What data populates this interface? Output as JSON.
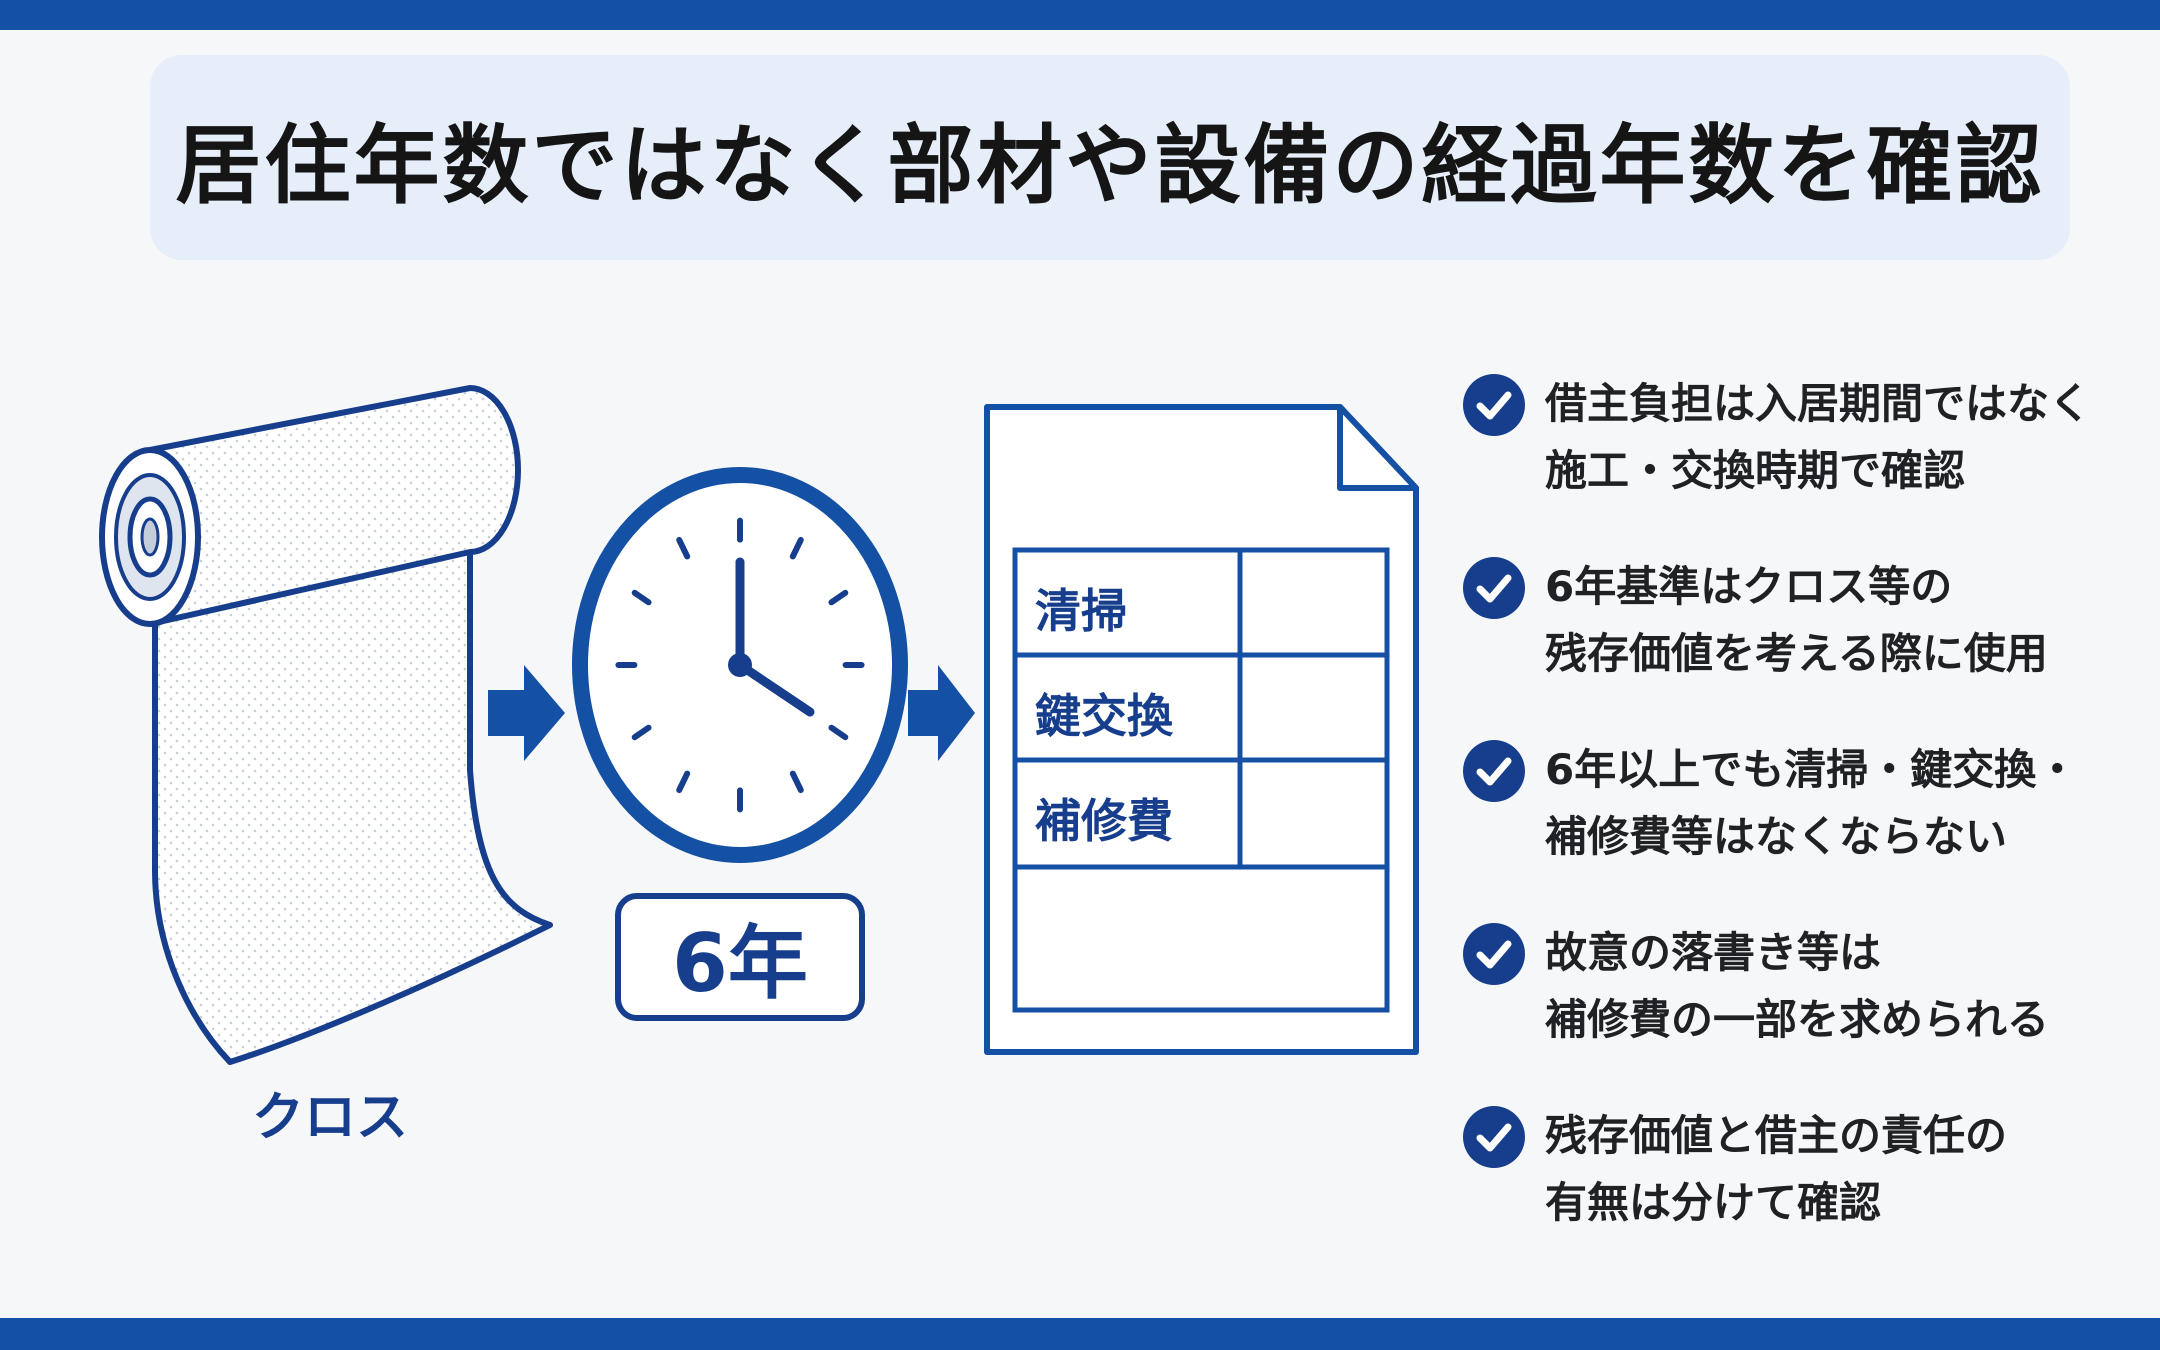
{
  "title": "居住年数ではなく部材や設備の経過年数を確認",
  "illustration": {
    "roll_label": "クロス",
    "year_label": "6年",
    "document_rows": [
      "清掃",
      "鍵交換",
      "補修費"
    ]
  },
  "checklist": [
    {
      "line1": "借主負担は入居期間ではなく",
      "line2": "施工・交換時期で確認"
    },
    {
      "line1": "6年基準はクロス等の",
      "line2": "残存価値を考える際に使用"
    },
    {
      "line1": "6年以上でも清掃・鍵交換・",
      "line2": "補修費等はなくならない"
    },
    {
      "line1": "故意の落書き等は",
      "line2": "補修費の一部を求められる"
    },
    {
      "line1": "残存価値と借主の責任の",
      "line2": "有無は分けて確認"
    }
  ],
  "colors": {
    "brand_blue": "#1450a4",
    "navy": "#173e8c",
    "title_bg": "#e6eef9"
  }
}
